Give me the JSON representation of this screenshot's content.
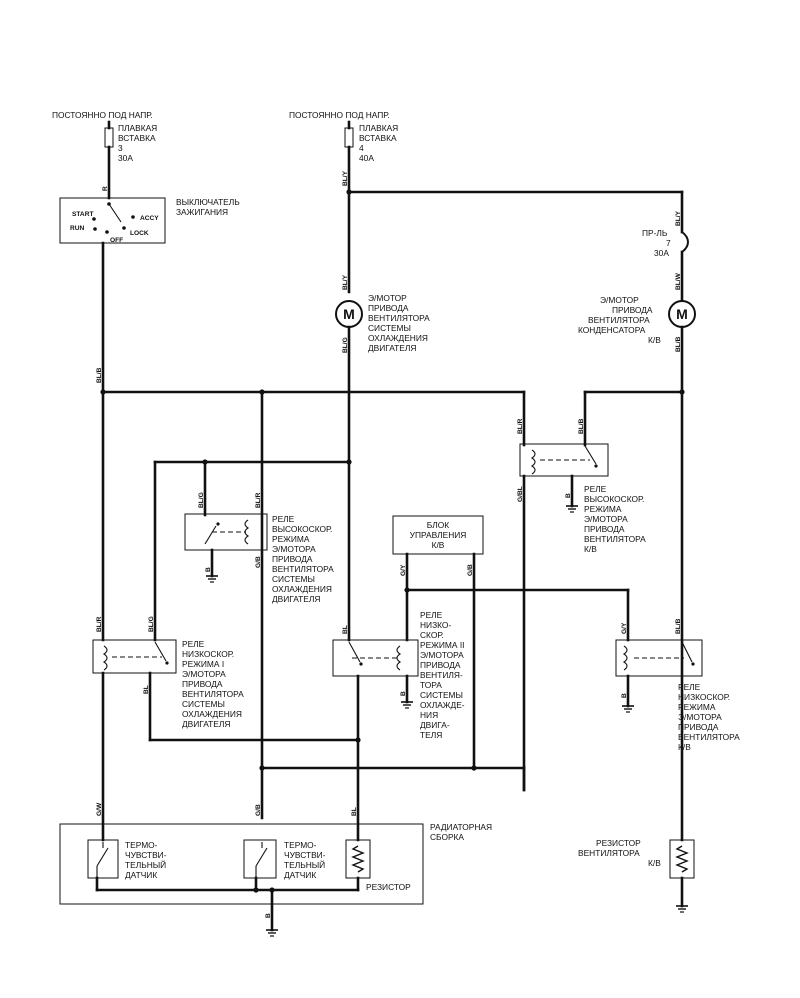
{
  "supply": {
    "left": {
      "const": "ПОСТОЯННО ПОД НАПР.",
      "fuse1": "ПЛАВКАЯ",
      "fuse2": "ВСТАВКА",
      "fuse_num": "3",
      "fuse_amp": "30A"
    },
    "right": {
      "const": "ПОСТОЯННО ПОД НАПР.",
      "fuse1": "ПЛАВКАЯ",
      "fuse2": "ВСТАВКА",
      "fuse_num": "4",
      "fuse_amp": "40A"
    }
  },
  "ignition": {
    "label1": "ВЫКЛЮЧАТЕЛЬ",
    "label2": "ЗАЖИГАНИЯ",
    "start": "START",
    "run": "RUN",
    "off": "OFF",
    "lock": "LOCK",
    "accy": "ACCY"
  },
  "fuse7": {
    "l1": "ПР-ЛЬ",
    "l2": "7",
    "l3": "30A"
  },
  "motor_engine": {
    "symbol": "M",
    "lines": [
      "Э/МОТОР",
      "ПРИВОДА",
      "ВЕНТИЛЯТОРА",
      "СИСТЕМЫ",
      "ОХЛАЖДЕНИЯ",
      "ДВИГАТЕЛЯ"
    ]
  },
  "motor_cond": {
    "symbol": "M",
    "lines": [
      "Э/МОТОР",
      "ПРИВОДА",
      "ВЕНТИЛЯТОРА",
      "КОНДЕНСАТОРА",
      "К/В"
    ]
  },
  "relay_high_engine": {
    "lines": [
      "РЕЛЕ",
      "ВЫСОКОСКОР.",
      "РЕЖИМА",
      "Э/МОТОРА",
      "ПРИВОДА",
      "ВЕНТИЛЯТОРА",
      "СИСТЕМЫ",
      "ОХЛАЖДЕНИЯ",
      "ДВИГАТЕЛЯ"
    ]
  },
  "relay_high_ac": {
    "lines": [
      "РЕЛЕ",
      "ВЫСОКОСКОР.",
      "РЕЖИМА",
      "Э/МОТОРА",
      "ПРИВОДА",
      "ВЕНТИЛЯТОРА",
      "К/В"
    ]
  },
  "relay_low1": {
    "lines": [
      "РЕЛЕ",
      "НИЗКОСКОР.",
      "РЕЖИМА I",
      "Э/МОТОРА",
      "ПРИВОДА",
      "ВЕНТИЛЯТОРА",
      "СИСТЕМЫ",
      "ОХЛАЖДЕНИЯ",
      "ДВИГАТЕЛЯ"
    ]
  },
  "relay_low2": {
    "lines": [
      "РЕЛЕ",
      "НИЗКО-",
      "СКОР.",
      "РЕЖИМА II",
      "Э/МОТОРА",
      "ПРИВОДА",
      "ВЕНТИЛЯ-",
      "ТОРА",
      "СИСТЕМЫ",
      "ОХЛАЖДЕ-",
      "НИЯ",
      "ДВИГА-",
      "ТЕЛЯ"
    ]
  },
  "relay_low_ac": {
    "lines": [
      "РЕЛЕ",
      "НИЗКОСКОР.",
      "РЕЖИМА",
      "Э/МОТОРА",
      "ПРИВОДА",
      "ВЕНТИЛЯТОРА",
      "К/В"
    ]
  },
  "control_unit": {
    "lines": [
      "БЛОК",
      "УПРАВЛЕНИЯ",
      "К/В"
    ]
  },
  "radiator": {
    "assembly": [
      "РАДИАТОРНАЯ",
      "СБОРКА"
    ],
    "sensor1": [
      "ТЕРМО-",
      "ЧУВСТВИ-",
      "ТЕЛЬНЫЙ",
      "ДАТЧИК"
    ],
    "sensor2": [
      "ТЕРМО-",
      "ЧУВСТВИ-",
      "ТЕЛЬНЫЙ",
      "ДАТЧИК"
    ],
    "resistor": "РЕЗИСТОР"
  },
  "resistor_ac": {
    "lines": [
      "РЕЗИСТОР",
      "ВЕНТИЛЯТОРА",
      "К/В"
    ]
  },
  "wires": {
    "r": "R",
    "bly_main": "BL/Y",
    "bly_cond": "BL/Y",
    "bly_motor": "BL/Y",
    "blg_motor": "BL/G",
    "blw": "BL/W",
    "blb_cond": "BL/B",
    "blb_ign": "BL/B",
    "blr_ac": "BL/R",
    "blb_ac": "BL/B",
    "gbl": "G/BL",
    "b_ac": "B",
    "blg_h": "BL/G",
    "blr_h": "BL/R",
    "b_h": "B",
    "gb_mid": "G/B",
    "gy_cu": "G/Y",
    "gb_cu": "G/B",
    "blr_l1": "BL/R",
    "blg_l1": "BL/G",
    "bl_l1": "BL",
    "bl_l2": "BL",
    "b_l2": "B",
    "gy_ac": "G/Y",
    "blb_acl": "BL/B",
    "b_acl": "B",
    "gw": "G/W",
    "gb_rad": "G/B",
    "bl_rad": "BL",
    "b_rad": "B"
  }
}
